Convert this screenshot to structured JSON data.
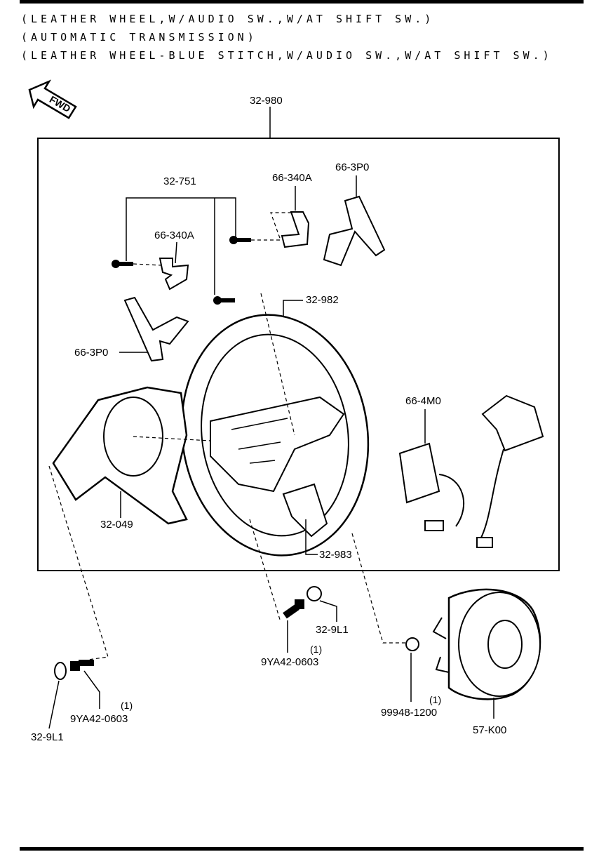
{
  "header": {
    "line1": "(LEATHER WHEEL,W/AUDIO SW.,W/AT SHIFT SW.)",
    "line2": "(AUTOMATIC TRANSMISSION)",
    "line3": "(LEATHER WHEEL-BLUE STITCH,W/AUDIO SW.,W/AT SHIFT SW.)"
  },
  "fwd_label": "FWD",
  "parts": {
    "assembly": "32-980",
    "screw": "32-751",
    "bracket_right": "66-340A",
    "bracket_left": "66-340A",
    "paddle_right": "66-3P0",
    "paddle_left": "66-3P0",
    "wheel": "32-982",
    "cover": "32-049",
    "switch": "66-4M0",
    "lower_cover": "32-983",
    "nut_center": "32-9L1",
    "bolt_center": "9YA42-0603",
    "bolt_center_qty": "(1)",
    "nut_left": "32-9L1",
    "bolt_left": "9YA42-0603",
    "bolt_left_qty": "(1)",
    "nut_right": "99948-1200",
    "nut_right_qty": "(1)",
    "clock_spring": "57-K00"
  }
}
